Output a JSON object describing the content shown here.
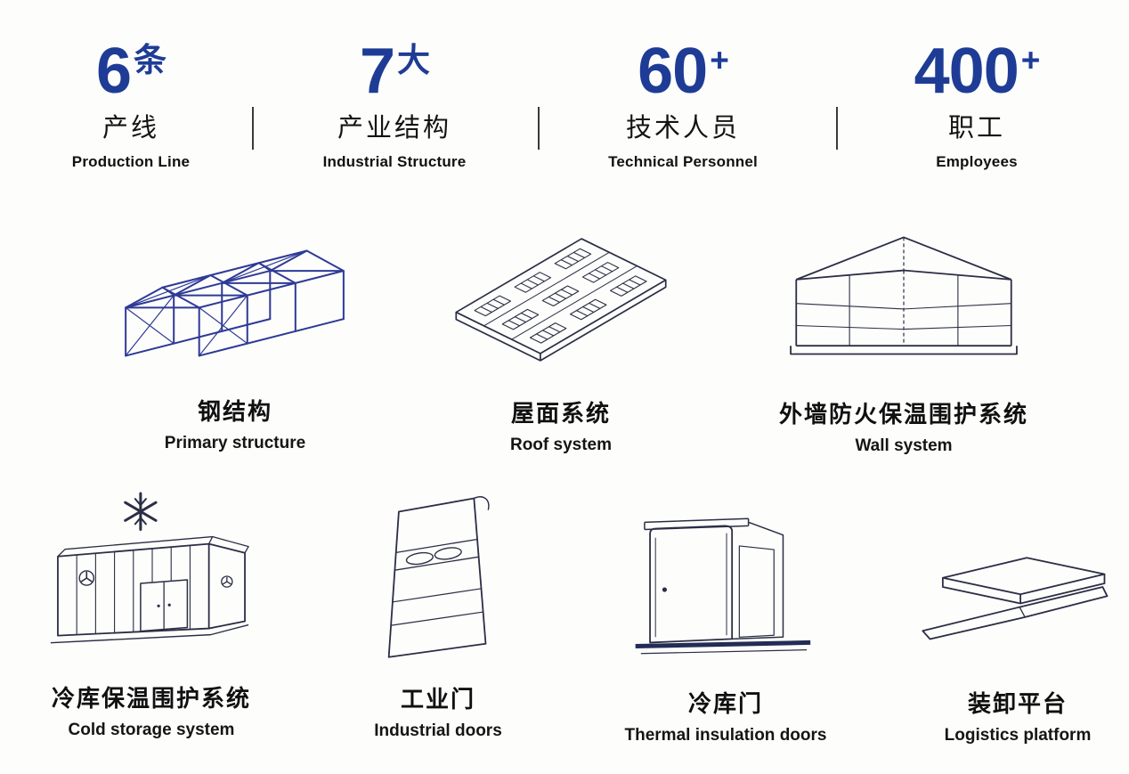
{
  "colors": {
    "accent_blue": "#1e3c96",
    "steel_line_blue": "#2e3a96",
    "drawing_line": "#2b2e44",
    "text": "#141414"
  },
  "stats": [
    {
      "number": "6",
      "unit": "条",
      "zh": "产线",
      "en": "Production Line"
    },
    {
      "number": "7",
      "unit": "大",
      "zh": "产业结构",
      "en": "Industrial Structure"
    },
    {
      "number": "60",
      "unit": "+",
      "zh": "技术人员",
      "en": "Technical Personnel"
    },
    {
      "number": "400",
      "unit": "+",
      "zh": "职工",
      "en": "Employees"
    }
  ],
  "products": [
    {
      "zh": "钢结构",
      "en": "Primary structure",
      "icon": "steel-structure-icon"
    },
    {
      "zh": "屋面系统",
      "en": "Roof system",
      "icon": "roof-system-icon"
    },
    {
      "zh": "外墙防火保温围护系统",
      "en": "Wall system",
      "icon": "wall-system-icon"
    },
    {
      "zh": "冷库保温围护系统",
      "en": "Cold storage system",
      "icon": "cold-storage-icon"
    },
    {
      "zh": "工业门",
      "en": "Industrial doors",
      "icon": "industrial-door-icon"
    },
    {
      "zh": "冷库门",
      "en": "Thermal insulation doors",
      "icon": "thermal-insulation-door-icon"
    },
    {
      "zh": "装卸平台",
      "en": "Logistics platform",
      "icon": "logistics-platform-icon"
    }
  ]
}
